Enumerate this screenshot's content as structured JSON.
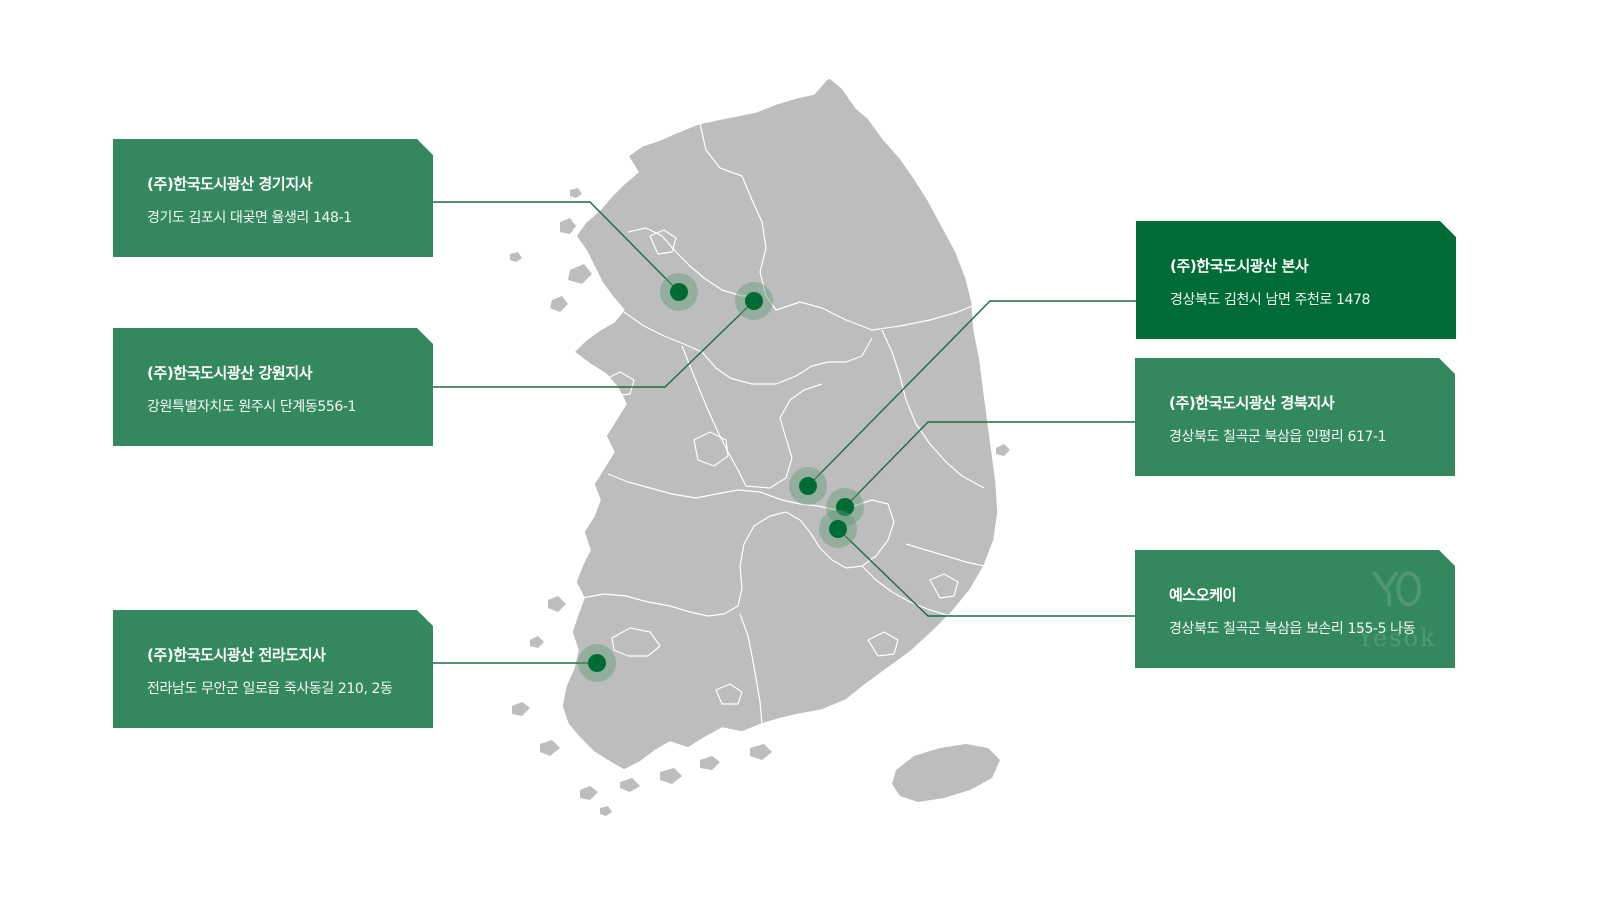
{
  "colors": {
    "map_fill": "#bdbdbd",
    "map_border": "#ffffff",
    "card": "#34885d",
    "card_hq": "#006c35",
    "marker": "#006c35",
    "marker_halo": "#5f9a78",
    "connector": "#1e6b42"
  },
  "offices": [
    {
      "id": "gyeonggi",
      "name": "(주)한국도시광산 경기지사",
      "address": "경기도 김포시 대곶면 율생리 148-1"
    },
    {
      "id": "gangwon",
      "name": "(주)한국도시광산 강원지사",
      "address": "강원특별자치도 원주시 단계동556-1"
    },
    {
      "id": "jeolla",
      "name": "(주)한국도시광산 전라도지사",
      "address": "전라남도 무안군 일로읍 죽사동길 210, 2동"
    },
    {
      "id": "hq",
      "name": "(주)한국도시광산 본사",
      "address": "경상북도 김천시 남면 주천로 1478"
    },
    {
      "id": "gyeongbuk",
      "name": "(주)한국도시광산 경북지사",
      "address": "경상북도 칠곡군 북삼읍 인평리 617-1"
    },
    {
      "id": "yesok",
      "name": "예스오케이",
      "address": "경상북도 칠곡군 북삼읍 보손리 155-5 나동"
    }
  ],
  "watermark": {
    "text": "Yesok",
    "icon": "yesok-logo-icon"
  },
  "icons": {
    "marker": "location-dot-icon"
  }
}
